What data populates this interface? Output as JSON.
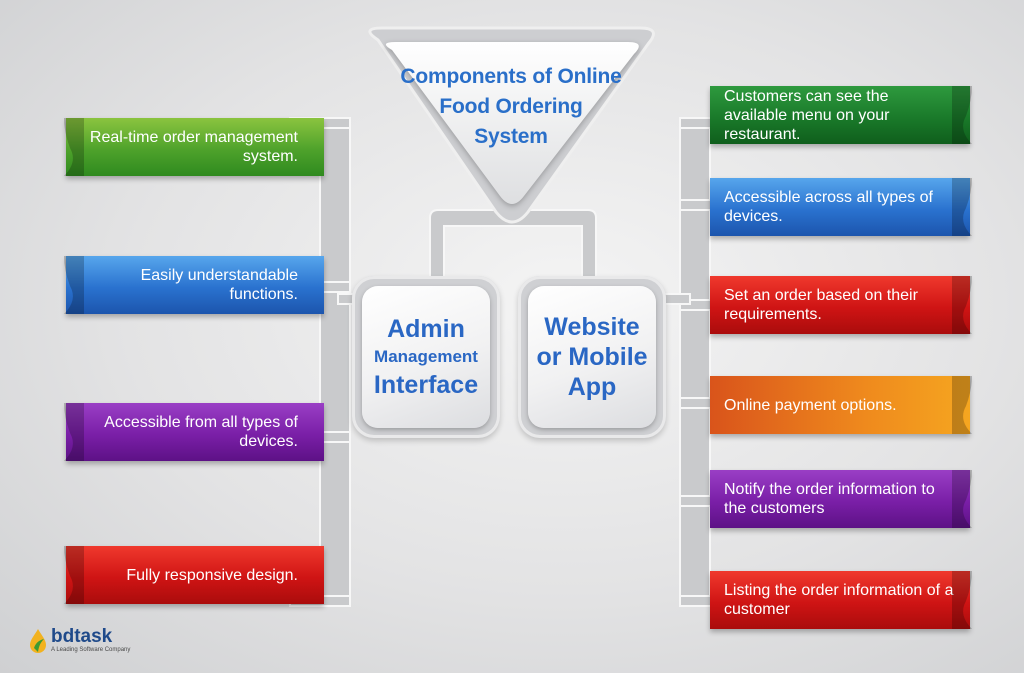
{
  "title": {
    "line1": "Components of Online",
    "line2": "Food Ordering",
    "line3": "System"
  },
  "center": {
    "admin": {
      "line1": "Admin",
      "line2": "Management",
      "line3": "Interface"
    },
    "app": {
      "line1": "Website",
      "line2": "or Mobile",
      "line3": "App"
    }
  },
  "left_items": [
    {
      "text": "Real-time order management system.",
      "color": "#4ea22b"
    },
    {
      "text": "Easily understandable functions.",
      "color": "#2a72cf"
    },
    {
      "text": "Accessible from all types of devices.",
      "color": "#7a1fa7"
    },
    {
      "text": "Fully responsive design.",
      "color": "#cf1414"
    }
  ],
  "right_items": [
    {
      "text": "Customers can see the available menu on your restaurant.",
      "color": "#1a7a2a"
    },
    {
      "text": "Accessible across all types of devices.",
      "color": "#2a72cf"
    },
    {
      "text": "Set an order based on their requirements.",
      "color": "#cf1414"
    },
    {
      "text": "Online payment options.",
      "color": "#ef8a1d"
    },
    {
      "text": "Notify the order information to the customers",
      "color": "#7a1fa7"
    },
    {
      "text": "Listing the order information of a customer",
      "color": "#cf1414"
    }
  ],
  "logo": {
    "name": "bdtask",
    "tagline": "A Leading Software Company",
    "color": "#1f4a8a"
  }
}
